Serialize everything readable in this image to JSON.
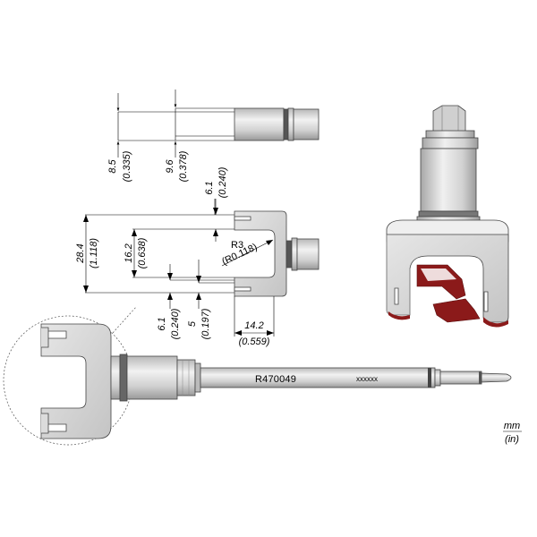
{
  "part_number": "R470049",
  "marking": "xxxxxx",
  "units": {
    "primary": "mm",
    "secondary": "(in)"
  },
  "dimensions": {
    "d1": {
      "mm": "8.5",
      "in": "(0.335)"
    },
    "d2": {
      "mm": "9.6",
      "in": "(0.378)"
    },
    "d3": {
      "mm": "6.1",
      "in": "(0.240)"
    },
    "d4": {
      "mm": "28.4",
      "in": "(1.118)"
    },
    "d5": {
      "mm": "16.2",
      "in": "(0.638)"
    },
    "radius": {
      "mm": "R3",
      "in": "(R0.118)"
    },
    "d6": {
      "mm": "6.1",
      "in": "(0.240)"
    },
    "d7": {
      "mm": "5",
      "in": "(0.197)"
    },
    "d8": {
      "mm": "14.2",
      "in": "(0.559)"
    }
  },
  "colors": {
    "accent": "#8b1a1a",
    "metal": "#d4d4d4",
    "line": "#000000"
  }
}
